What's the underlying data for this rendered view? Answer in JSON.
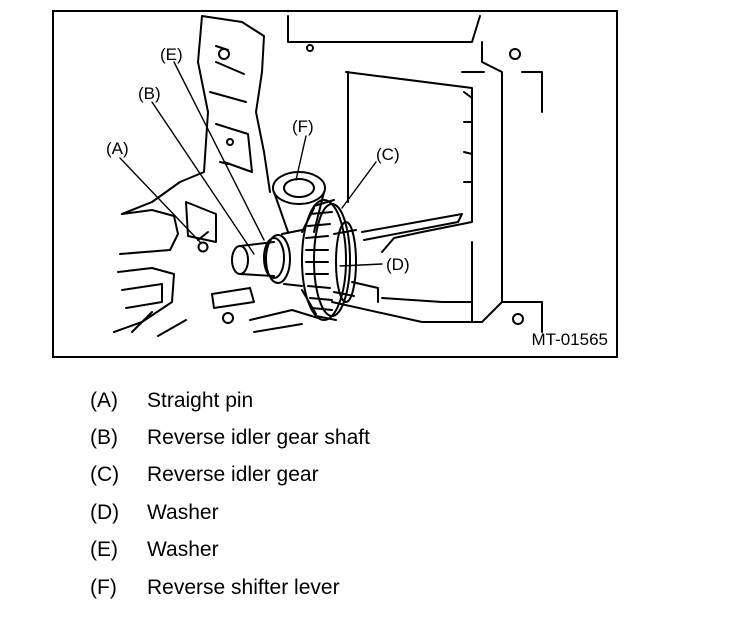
{
  "figure": {
    "id_label": "MT-01565",
    "callouts": [
      "(E)",
      "(B)",
      "(F)",
      "(A)",
      "(C)",
      "(D)"
    ]
  },
  "legend": [
    {
      "key": "(A)",
      "text": "Straight pin"
    },
    {
      "key": "(B)",
      "text": "Reverse idler gear shaft"
    },
    {
      "key": "(C)",
      "text": "Reverse idler gear"
    },
    {
      "key": "(D)",
      "text": "Washer"
    },
    {
      "key": "(E)",
      "text": "Washer"
    },
    {
      "key": "(F)",
      "text": "Reverse shifter lever"
    }
  ]
}
